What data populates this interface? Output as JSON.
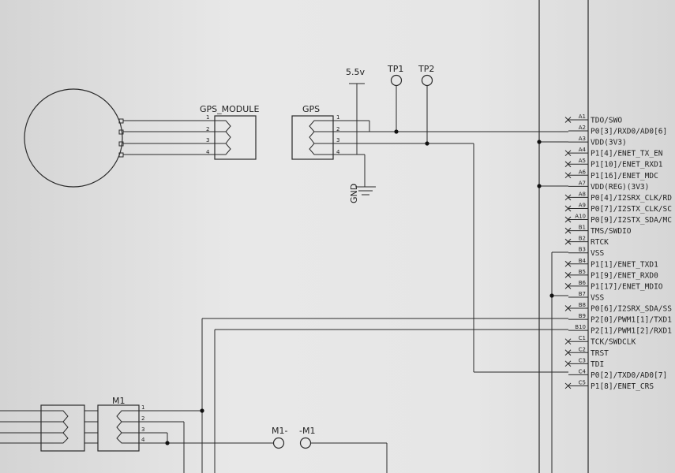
{
  "components": {
    "gps_module": {
      "label": "GPS_MODULE",
      "pins": [
        "1",
        "2",
        "3",
        "4"
      ]
    },
    "gps": {
      "label": "GPS",
      "pins": [
        "1",
        "2",
        "3",
        "4"
      ]
    },
    "m1": {
      "label": "M1",
      "pins": [
        "1",
        "2",
        "3",
        "4"
      ]
    },
    "power": "5.5v",
    "gnd": "GND",
    "tp1": "TP1",
    "tp2": "TP2",
    "m1_minus": "M1-",
    "minus_m1": "-M1"
  },
  "ic_pins": [
    {
      "num": "A1",
      "name": "TDO/SWO",
      "nc": true
    },
    {
      "num": "A2",
      "name": "P0[3]/RXD0/AD0[6]",
      "nc": false
    },
    {
      "num": "A3",
      "name": "VDD(3V3)",
      "nc": false
    },
    {
      "num": "A4",
      "name": "P1[4]/ENET_TX_EN",
      "nc": true
    },
    {
      "num": "A5",
      "name": "P1[10]/ENET_RXD1",
      "nc": true
    },
    {
      "num": "A6",
      "name": "P1[16]/ENET_MDC",
      "nc": true
    },
    {
      "num": "A7",
      "name": "VDD(REG)(3V3)",
      "nc": false
    },
    {
      "num": "A8",
      "name": "P0[4]/I2SRX_CLK/RD",
      "nc": true
    },
    {
      "num": "A9",
      "name": "P0[7]/I2STX_CLK/SC",
      "nc": true
    },
    {
      "num": "A10",
      "name": "P0[9]/I2STX_SDA/MC",
      "nc": true
    },
    {
      "num": "B1",
      "name": "TMS/SWDIO",
      "nc": true
    },
    {
      "num": "B2",
      "name": "RTCK",
      "nc": true
    },
    {
      "num": "B3",
      "name": "VSS",
      "nc": false
    },
    {
      "num": "B4",
      "name": "P1[1]/ENET_TXD1",
      "nc": true
    },
    {
      "num": "B5",
      "name": "P1[9]/ENET_RXD0",
      "nc": true
    },
    {
      "num": "B6",
      "name": "P1[17]/ENET_MDIO",
      "nc": true
    },
    {
      "num": "B7",
      "name": "VSS",
      "nc": false
    },
    {
      "num": "B8",
      "name": "P0[6]/I2SRX_SDA/SS",
      "nc": true
    },
    {
      "num": "B9",
      "name": "P2[0]/PWM1[1]/TXD1",
      "nc": false
    },
    {
      "num": "B10",
      "name": "P2[1]/PWM1[2]/RXD1",
      "nc": false
    },
    {
      "num": "C1",
      "name": "TCK/SWDCLK",
      "nc": true
    },
    {
      "num": "C2",
      "name": "TRST",
      "nc": true
    },
    {
      "num": "C3",
      "name": "TDI",
      "nc": true
    },
    {
      "num": "C4",
      "name": "P0[2]/TXD0/AD0[7]",
      "nc": false
    },
    {
      "num": "C5",
      "name": "P1[8]/ENET_CRS",
      "nc": true
    }
  ]
}
